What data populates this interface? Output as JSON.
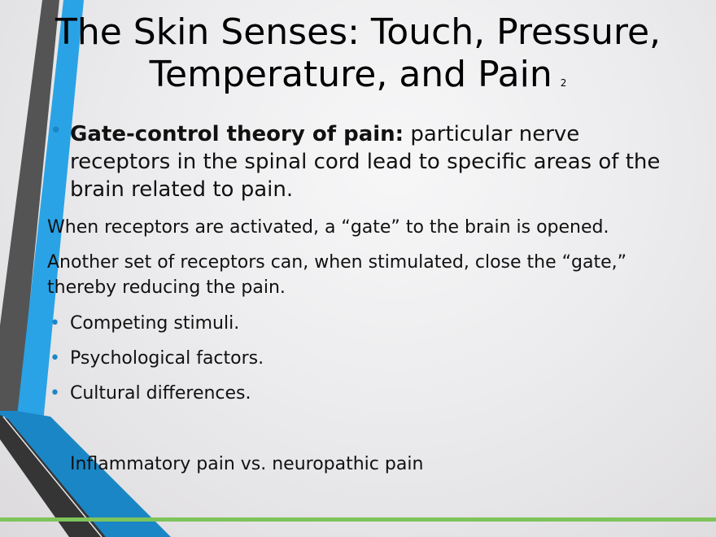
{
  "slide": {
    "title_line1": "The Skin Senses: Touch, Pressure,",
    "title_line2": "Temperature, and Pain",
    "slide_number": "2",
    "lead_bullet": {
      "bold": "Gate-control theory of pain:",
      "text": " particular nerve receptors in the spinal cord lead to specific areas of the brain related to pain."
    },
    "paragraphs": [
      "When receptors are activated, a “gate” to the brain is opened.",
      "Another set of receptors can, when stimulated, close the “gate,” thereby reducing the pain."
    ],
    "sub_bullets": [
      "Competing stimuli.",
      "Psychological factors.",
      "Cultural differences."
    ],
    "final_bullet": "Inflammatory pain vs. neuropathic pain",
    "bullet_glyph": "•"
  },
  "colors": {
    "accent_blue": "#29a3e6",
    "dark_blue": "#1a86c6",
    "dark_gray": "#3f3f40",
    "green_rule": "#7dc45a"
  }
}
